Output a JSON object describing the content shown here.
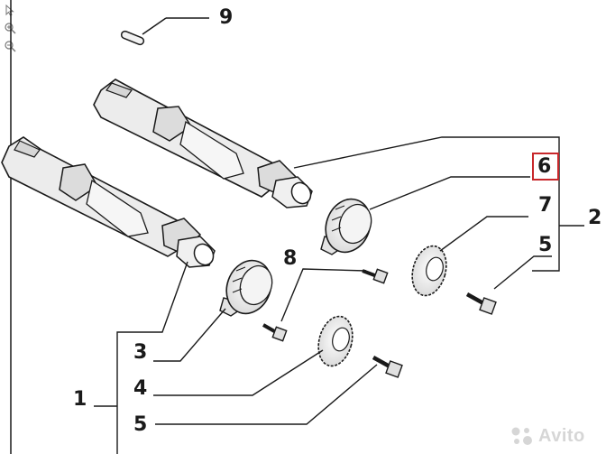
{
  "callouts": {
    "c9": "9",
    "c6": "6",
    "c7": "7",
    "c2": "2",
    "c5_top": "5",
    "c8": "8",
    "c3": "3",
    "c4": "4",
    "c1": "1",
    "c5_bottom": "5"
  },
  "highlighted_callout": "6",
  "watermark": {
    "text": "Avito"
  },
  "toolbar": {
    "icons": [
      "pointer-icon",
      "zoom-in-icon",
      "zoom-out-icon"
    ]
  },
  "colors": {
    "line": "#1a1a1a",
    "highlight": "#c8282b",
    "part_fill": "#e8e8e8",
    "watermark": "#b5b5b5"
  }
}
